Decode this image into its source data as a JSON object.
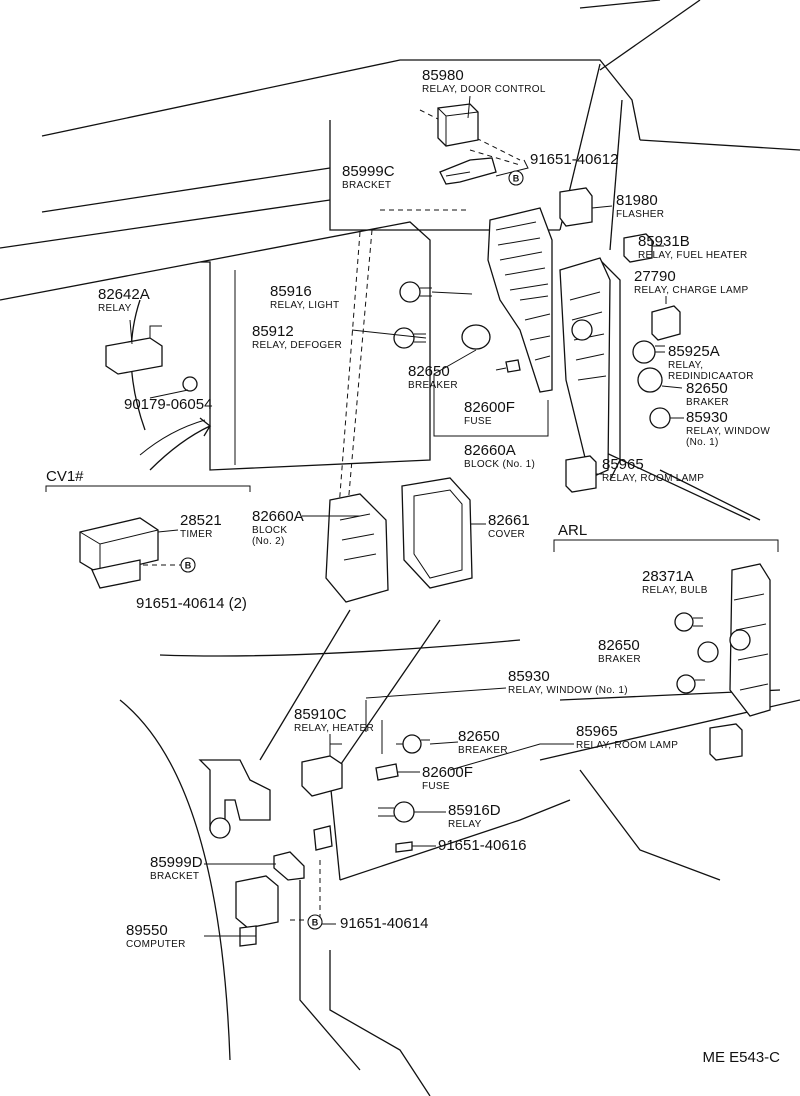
{
  "parts": [
    {
      "id": "p85980",
      "number": "85980",
      "desc": [
        "RELAY, DOOR CONTROL"
      ],
      "anchor": "start"
    },
    {
      "id": "p85999C",
      "number": "85999C",
      "desc": [
        "BRACKET"
      ],
      "anchor": "start"
    },
    {
      "id": "p91651_40612",
      "number": "91651-40612",
      "desc": [],
      "anchor": "start"
    },
    {
      "id": "p81980",
      "number": "81980",
      "desc": [
        "FLASHER"
      ],
      "anchor": "start"
    },
    {
      "id": "p85931B",
      "number": "85931B",
      "desc": [
        "RELAY, FUEL HEATER"
      ],
      "anchor": "start"
    },
    {
      "id": "p27790",
      "number": "27790",
      "desc": [
        "RELAY, CHARGE LAMP"
      ],
      "anchor": "start"
    },
    {
      "id": "p85925A",
      "number": "85925A",
      "desc": [
        "RELAY,",
        "REDINDICAATOR"
      ],
      "anchor": "start"
    },
    {
      "id": "p82650_r",
      "number": "82650",
      "desc": [
        "BRAKER"
      ],
      "anchor": "start"
    },
    {
      "id": "p85930_r",
      "number": "85930",
      "desc": [
        "RELAY, WINDOW",
        "(No. 1)"
      ],
      "anchor": "start"
    },
    {
      "id": "p82642A",
      "number": "82642A",
      "desc": [
        "RELAY"
      ],
      "anchor": "start"
    },
    {
      "id": "p85916",
      "number": "85916",
      "desc": [
        "RELAY, LIGHT"
      ],
      "anchor": "start"
    },
    {
      "id": "p85912",
      "number": "85912",
      "desc": [
        "RELAY, DEFOGER"
      ],
      "anchor": "start"
    },
    {
      "id": "p82650_m",
      "number": "82650",
      "desc": [
        "BREAKER"
      ],
      "anchor": "start"
    },
    {
      "id": "p82600F_m",
      "number": "82600F",
      "desc": [
        "FUSE"
      ],
      "anchor": "start"
    },
    {
      "id": "p82660A_1",
      "number": "82660A",
      "desc": [
        "BLOCK (No. 1)"
      ],
      "anchor": "start"
    },
    {
      "id": "p90179_06054",
      "number": "90179-06054",
      "desc": [],
      "anchor": "start"
    },
    {
      "id": "p85965_r",
      "number": "85965",
      "desc": [
        "RELAY, ROOM LAMP"
      ],
      "anchor": "start"
    },
    {
      "id": "p28521",
      "number": "28521",
      "desc": [
        "TIMER"
      ],
      "anchor": "start"
    },
    {
      "id": "p91651_40614_2",
      "number": "91651-40614 (2)",
      "desc": [],
      "anchor": "start"
    },
    {
      "id": "p82660A_2",
      "number": "82660A",
      "desc": [
        "BLOCK",
        "(No. 2)"
      ],
      "anchor": "start"
    },
    {
      "id": "p82661",
      "number": "82661",
      "desc": [
        "COVER"
      ],
      "anchor": "start"
    },
    {
      "id": "p28371A",
      "number": "28371A",
      "desc": [
        "RELAY, BULB"
      ],
      "anchor": "start"
    },
    {
      "id": "p82650_arl",
      "number": "82650",
      "desc": [
        "BRAKER"
      ],
      "anchor": "start"
    },
    {
      "id": "p85930_l",
      "number": "85930",
      "desc": [
        "RELAY, WINDOW (No. 1)"
      ],
      "anchor": "start"
    },
    {
      "id": "p85910C",
      "number": "85910C",
      "desc": [
        "RELAY, HEATER"
      ],
      "anchor": "start"
    },
    {
      "id": "p82650_l",
      "number": "82650",
      "desc": [
        "BREAKER"
      ],
      "anchor": "start"
    },
    {
      "id": "p85965_l",
      "number": "85965",
      "desc": [
        "RELAY, ROOM LAMP"
      ],
      "anchor": "start"
    },
    {
      "id": "p82600F_l",
      "number": "82600F",
      "desc": [
        "FUSE"
      ],
      "anchor": "start"
    },
    {
      "id": "p85916D",
      "number": "85916D",
      "desc": [
        "RELAY"
      ],
      "anchor": "start"
    },
    {
      "id": "p91651_40616",
      "number": "91651-40616",
      "desc": [],
      "anchor": "start"
    },
    {
      "id": "p85999D",
      "number": "85999D",
      "desc": [
        "BRACKET"
      ],
      "anchor": "start"
    },
    {
      "id": "p91651_40614",
      "number": "91651-40614",
      "desc": [],
      "anchor": "start"
    },
    {
      "id": "p89550",
      "number": "89550",
      "desc": [
        "COMPUTER"
      ],
      "anchor": "start"
    }
  ],
  "groups": {
    "cv1": "CV1#",
    "arl": "ARL"
  },
  "bolt_mark": "B",
  "drawing_code": "ME E543-C"
}
